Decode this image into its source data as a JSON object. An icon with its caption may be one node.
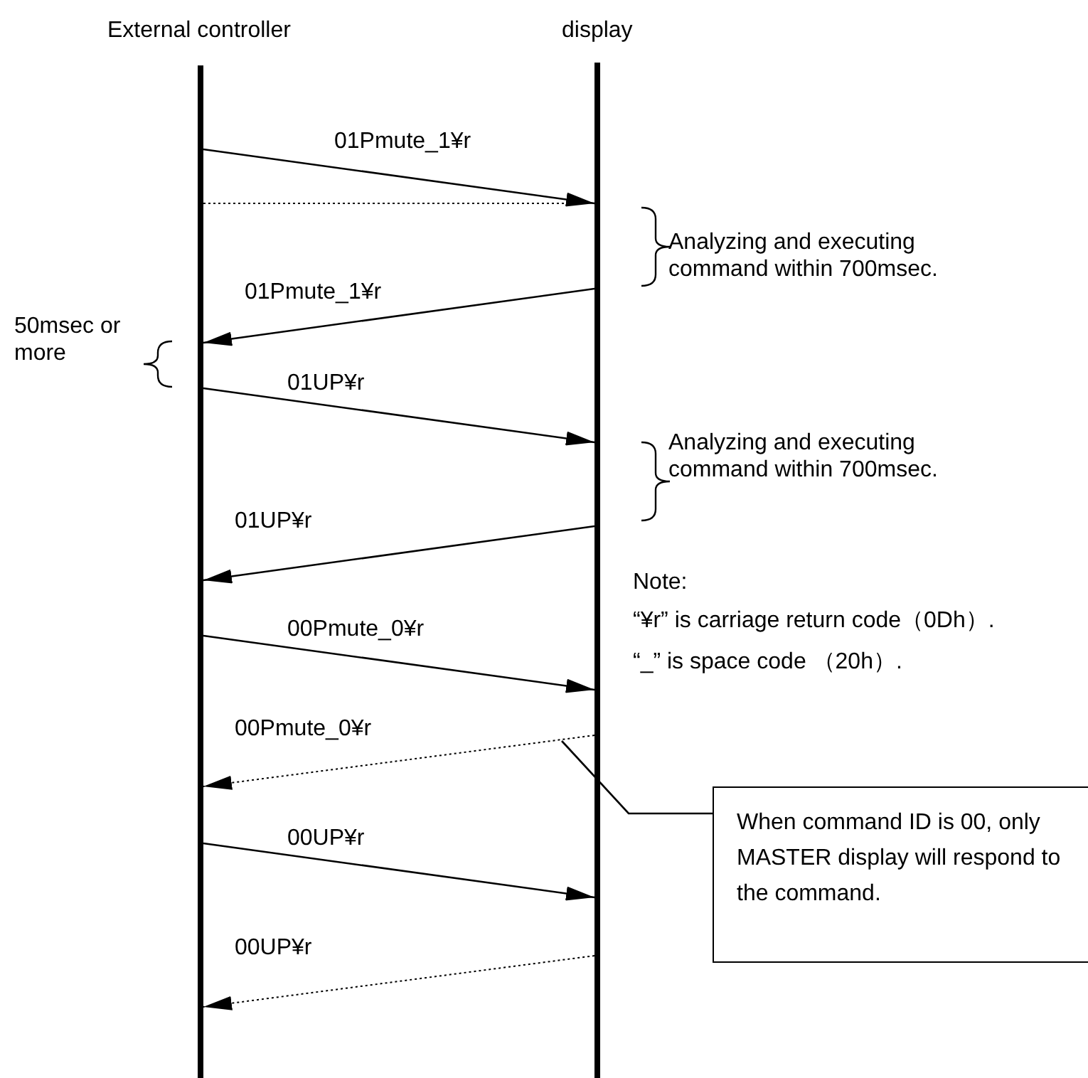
{
  "diagram": {
    "nodes": [
      {
        "text": [],
        "shape": "bar",
        "beside": [
          "External controller"
        ]
      },
      {
        "text": [],
        "shape": "bar",
        "beside": [
          "display"
        ]
      },
      {
        "text": [
          "When command ID is 00, only MASTER display will respond to the command."
        ]
      }
    ],
    "edges": [
      {
        "from": 0,
        "to": 1,
        "arrow": "to",
        "label": "01Pmute_1¥r"
      },
      {
        "from": 0,
        "to": 1,
        "arrow": "none",
        "style": "dashed"
      },
      {
        "from": 1,
        "to": 0,
        "arrow": "to",
        "label": "01Pmute_1¥r"
      },
      {
        "from": 0,
        "to": 1,
        "arrow": "to",
        "label": "01UP¥r"
      },
      {
        "from": 1,
        "to": 0,
        "arrow": "to",
        "label": "01UP¥r"
      },
      {
        "from": 0,
        "to": 1,
        "arrow": "to",
        "label": "00Pmute_0¥r"
      },
      {
        "from": 1,
        "to": 0,
        "arrow": "to",
        "label": "00Pmute_0¥r",
        "style": "dashed"
      },
      {
        "from": 0,
        "to": 1,
        "arrow": "to",
        "label": "00UP¥r"
      },
      {
        "from": 1,
        "to": 0,
        "arrow": "to",
        "label": "00UP¥r",
        "style": "dashed"
      },
      {
        "from": 2,
        "to": null,
        "arrow": "none"
      }
    ],
    "labels": [
      "Analyzing and executing command within 700msec.",
      "50msec or more",
      "Analyzing and executing command within 700msec.",
      "Note:",
      "“¥r” is carriage return code（0Dh）.",
      "“_” is space code （20h）."
    ]
  }
}
